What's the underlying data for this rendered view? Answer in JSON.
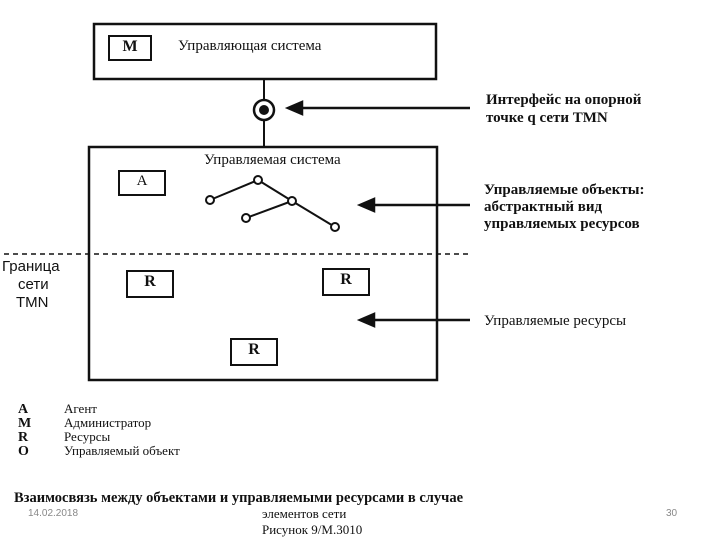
{
  "manager": {
    "letter": "M",
    "title": "Управляющая система"
  },
  "interface_note": {
    "line1": "Интерфейс на опорной",
    "line2": "точке q сети TMN"
  },
  "managed_system": {
    "title": "Управляемая система",
    "agent_letter": "A",
    "resource_letter": "R"
  },
  "objects_note": {
    "line1": "Управляемые объекты:",
    "line2": "абстрактный вид",
    "line3": "управляемых ресурсов"
  },
  "boundary": {
    "line1": "Граница",
    "line2": "сети",
    "line3": "TMN"
  },
  "resources_note": "Управляемые ресурсы",
  "legend": [
    {
      "key": "A",
      "text": "Агент"
    },
    {
      "key": "M",
      "text": "Администратор"
    },
    {
      "key": "R",
      "text": "Ресурсы"
    },
    {
      "key": "O",
      "text": "Управляемый объект"
    }
  ],
  "caption": {
    "line1": "Взаимосвязь между объектами и управляемыми ресурсами в случае",
    "line2": "элементов сети",
    "line3": "Рисунок 9/М.3010"
  },
  "footer": {
    "date": "14.02.2018",
    "page": "30"
  }
}
